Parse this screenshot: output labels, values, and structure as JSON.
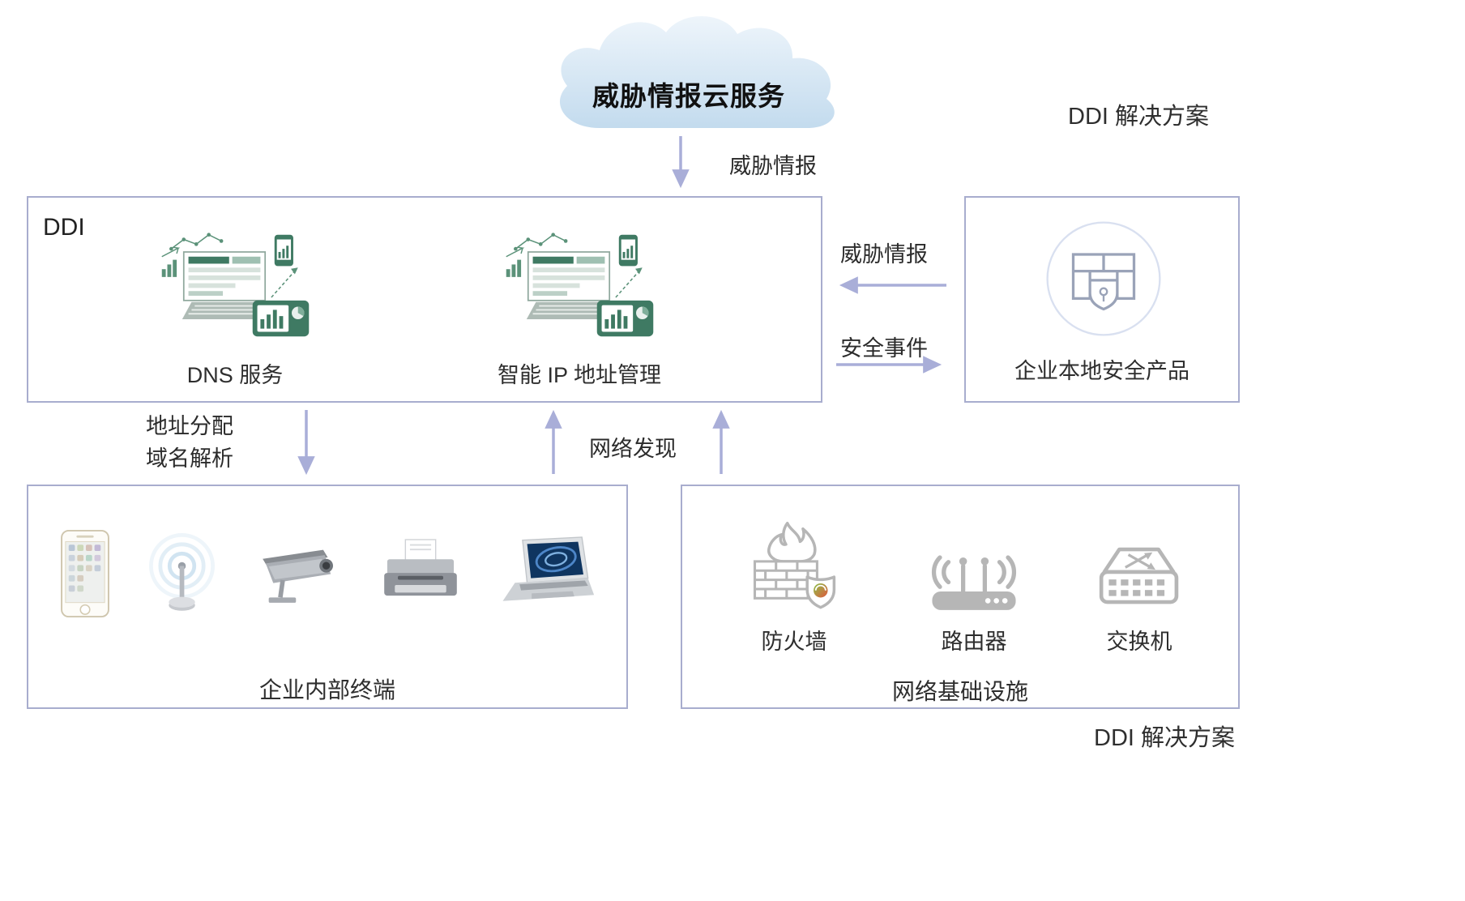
{
  "solution_label_top": "DDI 解决方案",
  "solution_label_bottom": "DDI 解决方案",
  "cloud": {
    "label": "威胁情报云服务"
  },
  "flows": {
    "cloud_to_ddi": "威胁情报",
    "security_to_ddi": "威胁情报",
    "ddi_to_security": "安全事件",
    "address_allocation": "地址分配",
    "domain_resolution": "域名解析",
    "network_discovery": "网络发现"
  },
  "ddi_box": {
    "title": "DDI",
    "items": [
      {
        "label": "DNS 服务",
        "icon": "workstation-icon"
      },
      {
        "label": "智能 IP 地址管理",
        "icon": "workstation-icon"
      }
    ]
  },
  "security_box": {
    "label": "企业本地安全产品",
    "icon": "security-product-icon"
  },
  "terminals_box": {
    "label": "企业内部终端",
    "devices": [
      {
        "icon": "smartphone-icon"
      },
      {
        "icon": "wifi-antenna-icon"
      },
      {
        "icon": "security-camera-icon"
      },
      {
        "icon": "printer-icon"
      },
      {
        "icon": "laptop-icon"
      }
    ]
  },
  "infra_box": {
    "label": "网络基础设施",
    "items": [
      {
        "label": "防火墙",
        "icon": "firewall-icon"
      },
      {
        "label": "路由器",
        "icon": "router-icon"
      },
      {
        "label": "交换机",
        "icon": "switch-icon"
      }
    ]
  },
  "colors": {
    "box_border": "#a8adce",
    "arrow": "#a9aed8",
    "text": "#2e2e2e",
    "cloud_fill": "#d7e7f4"
  }
}
